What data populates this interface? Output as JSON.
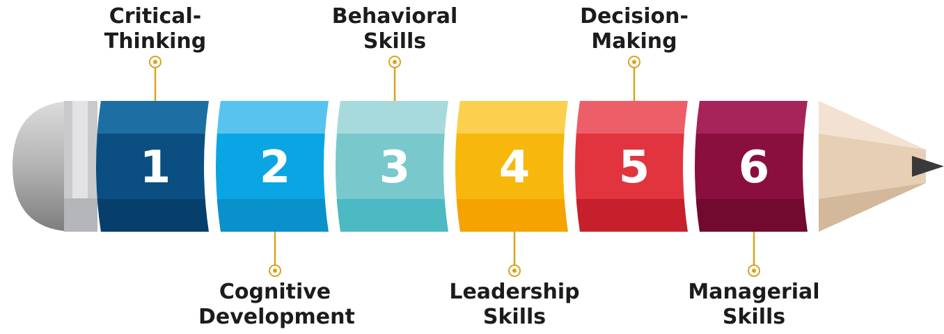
{
  "segments": [
    {
      "number": "1",
      "labels": [
        "Critical-",
        "Thinking"
      ],
      "position": "top",
      "colors": {
        "top": "#1d6fa3",
        "mid": "#0b4f82",
        "bot": "#063f6b"
      }
    },
    {
      "number": "2",
      "labels": [
        "Cognitive",
        "Development"
      ],
      "position": "bottom",
      "colors": {
        "top": "#58c3ef",
        "mid": "#0aa6e3",
        "bot": "#0a91cc"
      }
    },
    {
      "number": "3",
      "labels": [
        "Behavioral",
        "Skills"
      ],
      "position": "top",
      "colors": {
        "top": "#a6dadc",
        "mid": "#79c8cc",
        "bot": "#4db9c3"
      }
    },
    {
      "number": "4",
      "labels": [
        "Leadership",
        "Skills"
      ],
      "position": "bottom",
      "colors": {
        "top": "#fcd04e",
        "mid": "#f8b70c",
        "bot": "#f4a300"
      }
    },
    {
      "number": "5",
      "labels": [
        "Decision-",
        "Making"
      ],
      "position": "top",
      "colors": {
        "top": "#ec5f69",
        "mid": "#e1343f",
        "bot": "#c6202c"
      }
    },
    {
      "number": "6",
      "labels": [
        "Managerial",
        "Skills"
      ],
      "position": "bottom",
      "colors": {
        "top": "#a6245a",
        "mid": "#8a0f3e",
        "bot": "#72092f"
      }
    }
  ],
  "accent_color": "#d9a21c",
  "eraser_colors": {
    "light": "#e6e6e6",
    "dark": "#8a8a8a",
    "band": "#c9cacd"
  },
  "tip_colors": {
    "wood_light": "#f3e2d2",
    "wood_mid": "#e6cfb4",
    "wood_dark": "#d3b89b",
    "lead": "#3a3a3a"
  }
}
